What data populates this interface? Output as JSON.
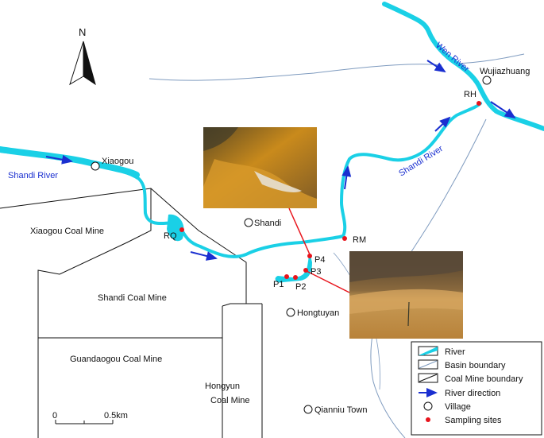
{
  "north_label": "N",
  "rivers": {
    "wen": "Wen River",
    "shandi_west": "Shandi River",
    "shandi_east": "Shandi River"
  },
  "villages": {
    "wujiazhuang": "Wujiazhuang",
    "xiaogou": "Xiaogou",
    "shandi": "Shandi",
    "hongtuyan": "Hongtuyan",
    "qianniu": "Qianniu Town"
  },
  "mines": {
    "xiaogou": "Xiaogou Coal Mine",
    "shandi": "Shandi Coal Mine",
    "guandaogou": "Guandaogou Coal Mine",
    "hongyun_line1": "Hongyun",
    "hongyun_line2": "Coal Mine"
  },
  "sites": {
    "rh": "RH",
    "rq": "RQ",
    "rm": "RM",
    "p1": "P1",
    "p2": "P2",
    "p3": "P3",
    "p4": "P4"
  },
  "scale": {
    "zero": "0",
    "max": "0.5km"
  },
  "legend": {
    "river": "River",
    "basin_boundary": "Basin boundary",
    "coal_mine_boundary": "Coal Mine boundary",
    "river_direction": "River direction",
    "village": "Village",
    "sampling_sites": "Sampling sites"
  },
  "colors": {
    "river": "#1ad0e6",
    "river_direction": "#1a2fd0",
    "sampling_site": "#e8141c",
    "basin_boundary": "#7f9bbf"
  }
}
